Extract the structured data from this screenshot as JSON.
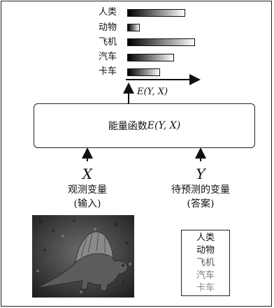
{
  "chart_data": {
    "type": "bar",
    "categories": [
      "人类",
      "动物",
      "飞机",
      "汽车",
      "卡车"
    ],
    "values": [
      4.6,
      1.0,
      5.4,
      3.7,
      2.6
    ],
    "axis_label": "E(Y, X)"
  },
  "energy_function": {
    "label": "能量函数 ",
    "expr": "E(Y, X)"
  },
  "input_x": {
    "symbol": "X",
    "caption_line1": "观测变量",
    "caption_line2": "(输入)"
  },
  "output_y": {
    "symbol": "Y",
    "caption_line1": "待预测的变量",
    "caption_line2": "(答案)"
  },
  "answer_options": [
    "人类",
    "动物",
    "飞机",
    "汽车",
    "卡车"
  ]
}
